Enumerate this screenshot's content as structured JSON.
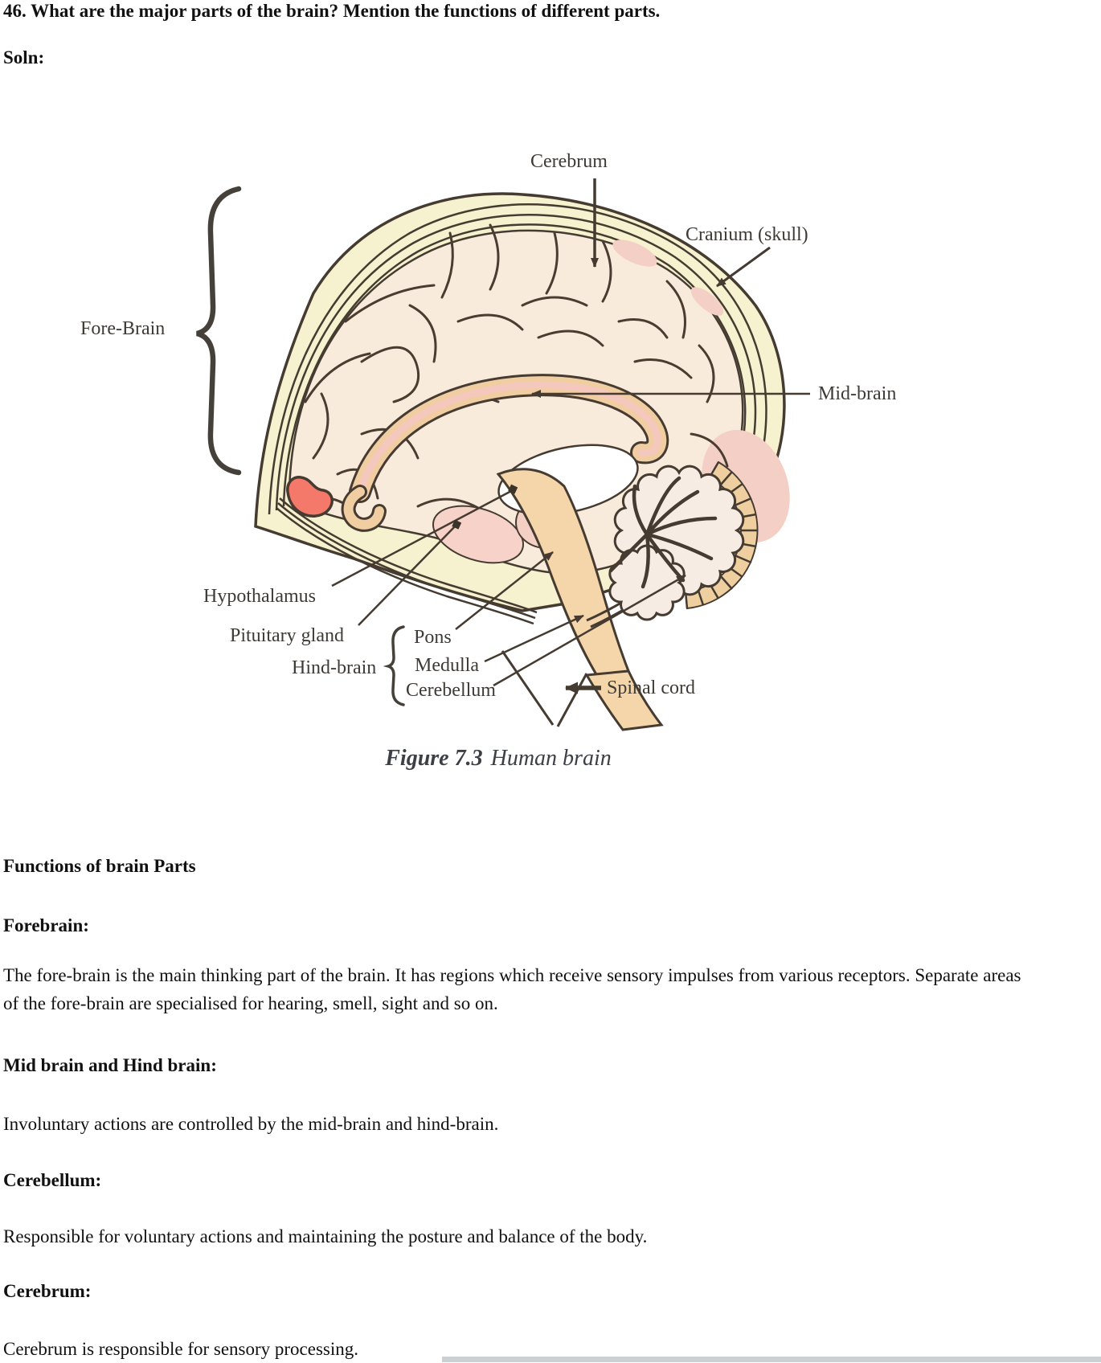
{
  "question": "46. What are the major parts of the brain? Mention the functions of different parts.",
  "soln_label": "Soln:",
  "diagram": {
    "cerebrum": "Cerebrum",
    "cranium": "Cranium (skull)",
    "fore_brain": "Fore-Brain",
    "mid_brain": "Mid-brain",
    "hypothalamus": "Hypothalamus",
    "pituitary": "Pituitary gland",
    "hind_brain": "Hind-brain",
    "pons": "Pons",
    "medulla": "Medulla",
    "cerebellum": "Cerebellum",
    "spinal_cord": "Spinal cord",
    "caption_title": "Figure 7.3",
    "caption_text": "Human brain"
  },
  "sections": {
    "functions_heading": "Functions of brain Parts",
    "forebrain_heading": "Forebrain:",
    "forebrain_body": "The fore-brain is the main thinking part of the brain. It has regions which receive sensory impulses from various receptors. Separate areas of the fore-brain are specialised for hearing, smell, sight and so on.",
    "midhind_heading": "Mid brain and Hind brain:",
    "midhind_body": "Involuntary actions are controlled by the mid-brain and hind-brain.",
    "cerebellum_heading": "Cerebellum:",
    "cerebellum_body": "Responsible for voluntary actions and maintaining the posture and balance of the body.",
    "cerebrum_heading": "Cerebrum:",
    "cerebrum_body": "Cerebrum is responsible for sensory processing."
  },
  "colors": {
    "skull": "#f6f2cf",
    "brain": "#f9ebdc",
    "brainstem": "#f5d6aa",
    "corpus_callosum": "#f1cda2",
    "pink_tissue": "#f3cfc5",
    "pituitary_red": "#f4796a",
    "outline": "#453b31"
  }
}
